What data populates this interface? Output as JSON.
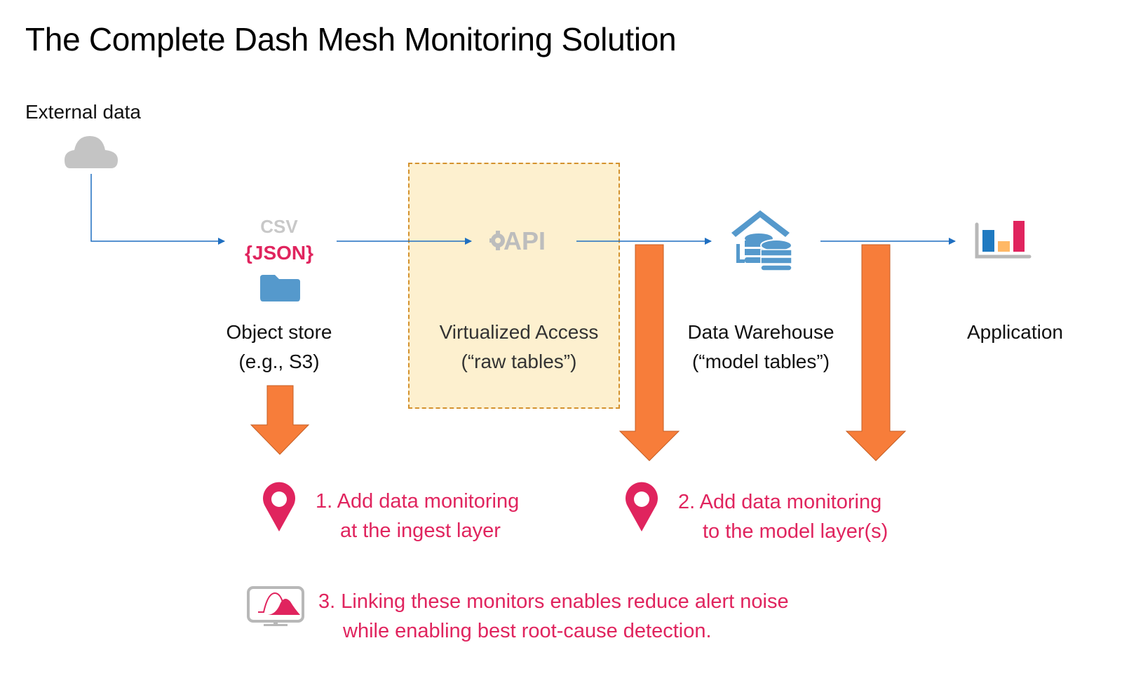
{
  "title": "The Complete Dash Mesh Monitoring Solution",
  "colors": {
    "flow_arrow": "#1f6fc1",
    "monitor_arrow": "#f77d3a",
    "monitor_arrow_border": "#c45e24",
    "accent_pink": "#e0245e",
    "icon_blue": "#5599cc",
    "icon_gray": "#bdbdbd",
    "virtual_box_fill": "#fdf0cf",
    "virtual_box_border": "#d4922e"
  },
  "nodes": {
    "external": {
      "label": "External data",
      "icon": "cloud-icon"
    },
    "object_store": {
      "line1": "Object store",
      "line2": "(e.g., S3)",
      "icon_csv": "CSV",
      "icon_json": "{JSON}",
      "icon": "folder-icon"
    },
    "virtualized": {
      "line1": "Virtualized Access",
      "line2": "(“raw tables”)",
      "icon_text": "API",
      "icon": "api-gear-icon"
    },
    "warehouse": {
      "line1": "Data Warehouse",
      "line2": "(“model tables”)",
      "icon": "data-warehouse-icon"
    },
    "application": {
      "line1": "Application",
      "icon": "bar-chart-icon"
    }
  },
  "notes": [
    {
      "line1": "1. Add data monitoring",
      "line2": "at the ingest layer",
      "icon": "map-pin-icon"
    },
    {
      "line1": "2. Add data monitoring",
      "line2": "to the model layer(s)",
      "icon": "map-pin-icon"
    },
    {
      "line1": "3. Linking these monitors enables reduce alert noise",
      "line2": "while enabling best root-cause detection.",
      "icon": "monitor-distribution-icon"
    }
  ]
}
